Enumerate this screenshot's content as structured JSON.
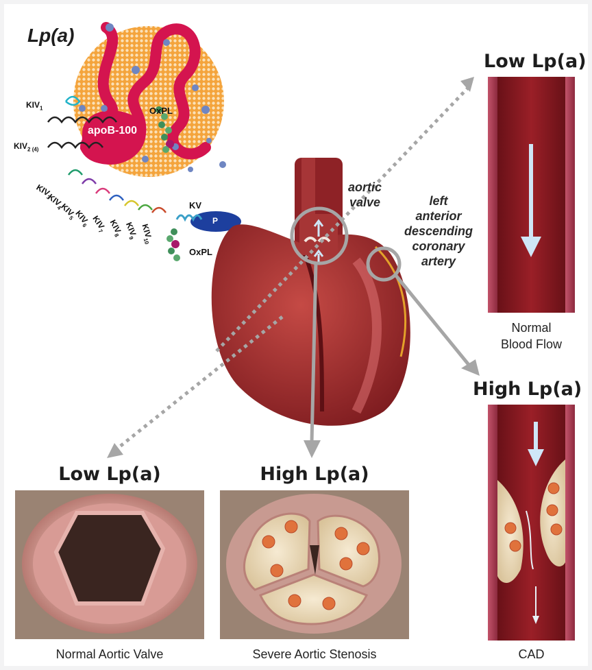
{
  "lpa_title": "Lp(a)",
  "particle": {
    "apob_label": "apoB-100",
    "oxpl_top": "OxPL",
    "oxpl_bottom": "OxPL",
    "kv_label": "KV",
    "p_label": "P",
    "kringles": [
      {
        "base": "KIV",
        "sub": "1"
      },
      {
        "base": "KIV",
        "sub": "2 (4)"
      },
      {
        "base": "KIV",
        "sub": "3"
      },
      {
        "base": "KIV",
        "sub": "4"
      },
      {
        "base": "KIV",
        "sub": "5"
      },
      {
        "base": "KIV",
        "sub": "6"
      },
      {
        "base": "KIV",
        "sub": "7"
      },
      {
        "base": "KIV",
        "sub": "8"
      },
      {
        "base": "KIV",
        "sub": "9"
      },
      {
        "base": "KIV",
        "sub": "10"
      }
    ]
  },
  "heart": {
    "aortic_valve": [
      "aortic",
      "valve"
    ],
    "lad": [
      "left",
      "anterior",
      "descending",
      "coronary",
      "artery"
    ]
  },
  "panels": {
    "low_vessel": {
      "heading": "Low Lp(a)",
      "caption": [
        "Normal",
        "Blood Flow"
      ]
    },
    "high_vessel": {
      "heading": "High Lp(a)",
      "caption": [
        "CAD"
      ]
    },
    "low_valve": {
      "heading": "Low Lp(a)",
      "caption": "Normal Aortic Valve"
    },
    "high_valve": {
      "heading": "High Lp(a)",
      "caption": "Severe Aortic Stenosis"
    }
  },
  "colors": {
    "particle_fill": "#f4a43c",
    "apob": "#d4144f",
    "vessel": "#8e1a22",
    "tissue": "#b03a3a",
    "arrow_gray": "#9c9c9c",
    "arrow_light": "#cfe6f7",
    "p_oval": "#1d3f9e"
  }
}
